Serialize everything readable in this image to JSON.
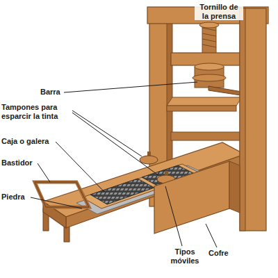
{
  "diagram": {
    "labels": [
      "Tornillo de la prensa",
      "Barra",
      "Tampones para esparcir la tinta",
      "Caja o galera",
      "Bastidor",
      "Piedra",
      "Tipos móviles",
      "Cofre"
    ]
  }
}
